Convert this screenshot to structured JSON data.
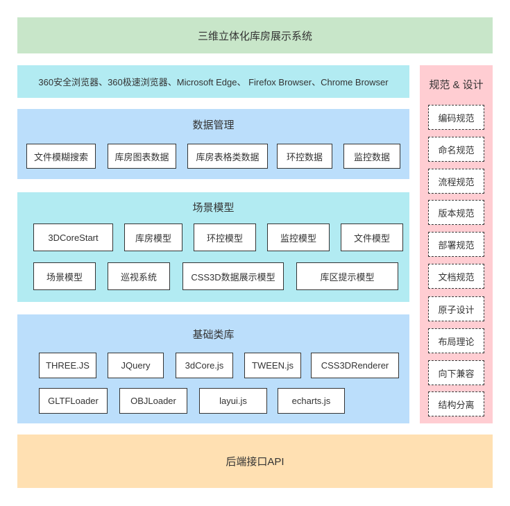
{
  "title": "三维立体化库房展示系统",
  "browsers": "360安全浏览器、360极速浏览器、Microsoft Edge、 Firefox Browser、Chrome Browser",
  "data_management": {
    "title": "数据管理",
    "items": [
      "文件模糊搜索",
      "库房图表数据",
      "库房表格类数据",
      "环控数据",
      "监控数据"
    ]
  },
  "scene_model": {
    "title": "场景模型",
    "items": [
      "3DCoreStart",
      "库房模型",
      "环控模型",
      "监控模型",
      "文件模型",
      "场景模型",
      "巡视系统",
      "CSS3D数据展示模型",
      "库区提示模型"
    ]
  },
  "base_library": {
    "title": "基础类库",
    "items": [
      "THREE.JS",
      "JQuery",
      "3dCore.js",
      "TWEEN.js",
      "CSS3DRenderer",
      "GLTFLoader",
      "OBJLoader",
      "layui.js",
      "echarts.js"
    ]
  },
  "standards": {
    "title": "规范 & 设计",
    "items": [
      "编码规范",
      "命名规范",
      "流程规范",
      "版本规范",
      "部署规范",
      "文档规范",
      "原子设计",
      "布局理论",
      "向下兼容",
      "结构分离"
    ]
  },
  "backend": "后端接口API",
  "colors": {
    "green": "#c8e6c9",
    "cyan": "#b2ebf2",
    "blue": "#bbdefb",
    "pink": "#ffcdd2",
    "orange": "#ffe0b2"
  }
}
